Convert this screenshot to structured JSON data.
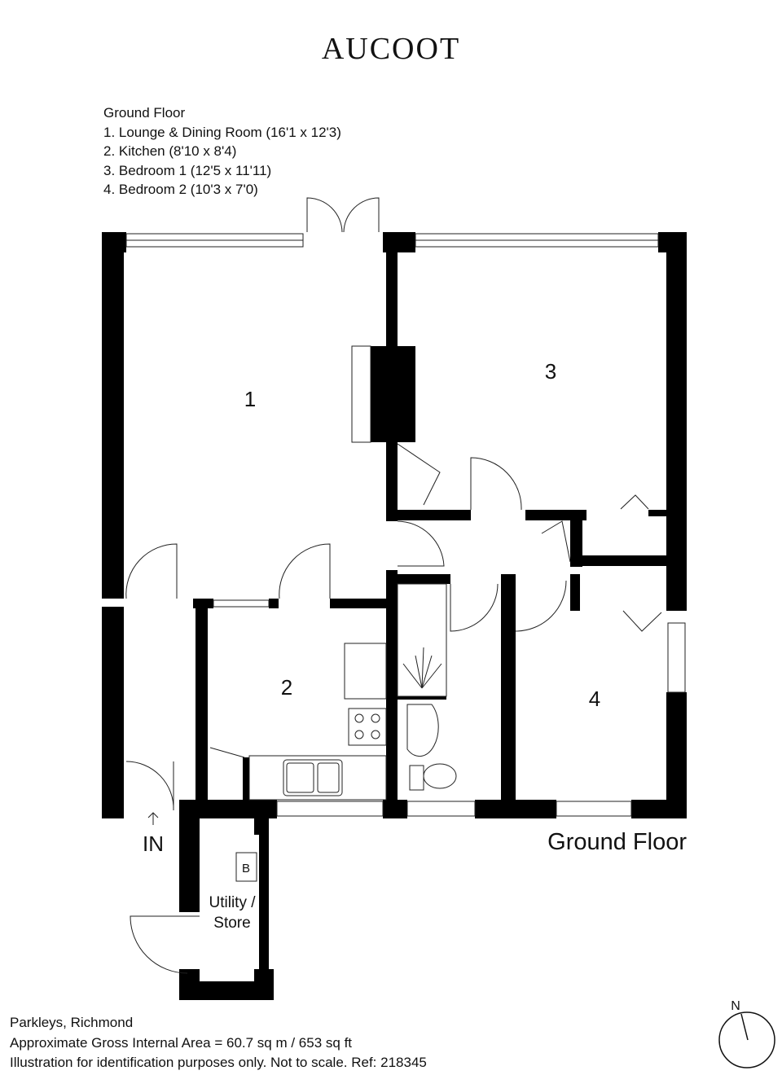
{
  "brand": "AUCOOT",
  "legend": {
    "title": "Ground Floor",
    "rooms": [
      "1. Lounge & Dining Room (16'1 x 12'3)",
      "2. Kitchen (8'10 x 8'4)",
      "3. Bedroom 1 (12'5 x 11'11)",
      "4. Bedroom 2 (10'3 x 7'0)"
    ]
  },
  "plan": {
    "room_numbers": [
      "1",
      "2",
      "3",
      "4"
    ],
    "entrance_label": "IN",
    "boiler_label": "B",
    "utility_label_line1": "Utility /",
    "utility_label_line2": "Store",
    "floor_label": "Ground Floor",
    "compass_label": "N"
  },
  "footer": {
    "address": "Parkleys, Richmond",
    "area": "Approximate Gross Internal Area = 60.7 sq m / 653 sq ft",
    "disclaimer": "Illustration for identification purposes only. Not to scale. Ref: 218345"
  }
}
